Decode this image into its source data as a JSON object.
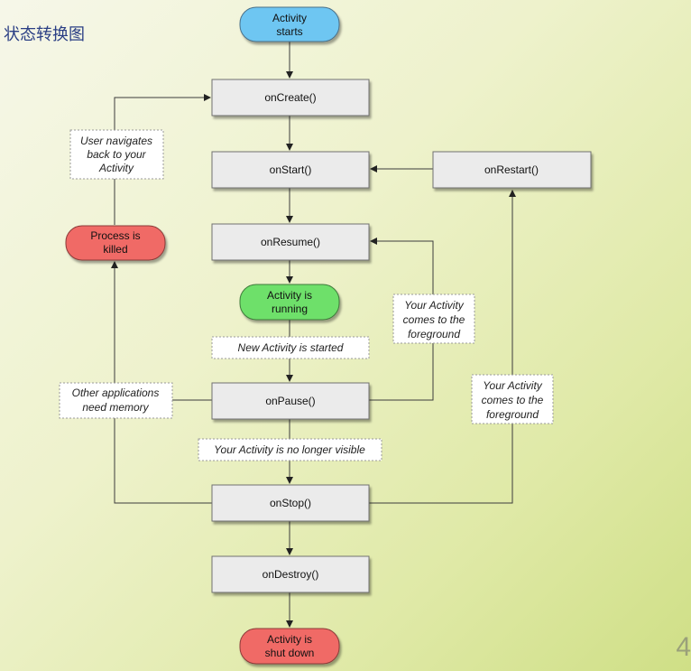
{
  "page": {
    "title": "状态转换图",
    "page_number": "4"
  },
  "diagram": {
    "states": {
      "start": {
        "line1": "Activity",
        "line2": "starts",
        "color": "#6ec6f2"
      },
      "running": {
        "line1": "Activity is",
        "line2": "running",
        "color": "#6ee06a"
      },
      "killed": {
        "line1": "Process is",
        "line2": "killed",
        "color": "#f06a66"
      },
      "shutdown": {
        "line1": "Activity is",
        "line2": "shut down",
        "color": "#f06a66"
      }
    },
    "callbacks": {
      "oncreate": "onCreate()",
      "onstart": "onStart()",
      "onrestart": "onRestart()",
      "onresume": "onResume()",
      "onpause": "onPause()",
      "onstop": "onStop()",
      "ondestroy": "onDestroy()"
    },
    "notes": {
      "user_navigates": [
        "User navigates",
        "back to your",
        "Activity"
      ],
      "new_activity": [
        "New Activity is started"
      ],
      "foreground_1": [
        "Your Activity",
        "comes to the",
        "foreground"
      ],
      "foreground_2": [
        "Your Activity",
        "comes to the",
        "foreground"
      ],
      "other_apps": [
        "Other applications",
        "need memory"
      ],
      "no_longer_visible": [
        "Your Activity is no longer visible"
      ]
    }
  }
}
